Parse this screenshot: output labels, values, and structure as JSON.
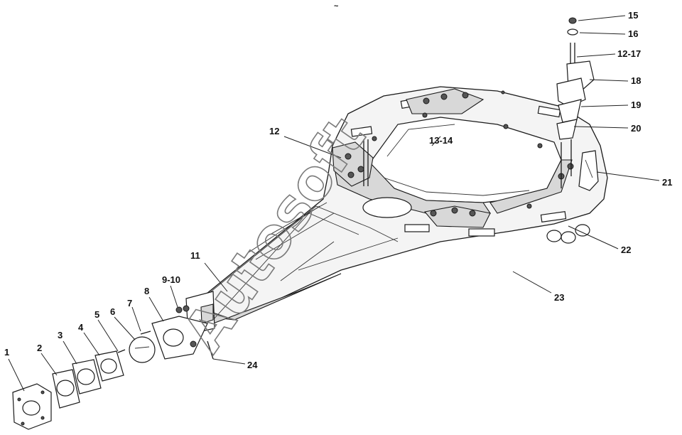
{
  "header_mark": "~",
  "watermark": "Autosoft",
  "callouts": {
    "c1": "1",
    "c2": "2",
    "c3": "3",
    "c4": "4",
    "c5": "5",
    "c6": "6",
    "c7": "7",
    "c8": "8",
    "c9_10": "9-10",
    "c11": "11",
    "c12": "12",
    "c13_14": "13-14",
    "c15": "15",
    "c16": "16",
    "c12_17": "12-17",
    "c18": "18",
    "c19": "19",
    "c20": "20",
    "c21": "21",
    "c22": "22",
    "c23": "23",
    "c24": "24"
  }
}
